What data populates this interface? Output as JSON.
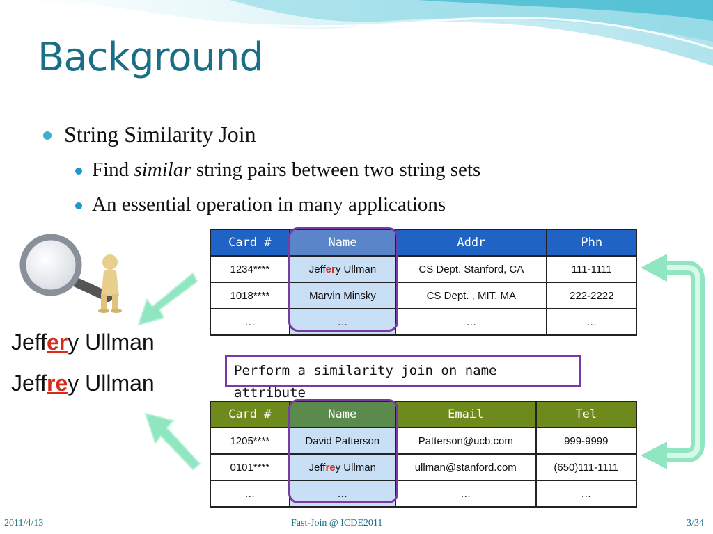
{
  "slide": {
    "title": "Background",
    "bullet1": "String Similarity Join",
    "sub1_pre": "Find ",
    "sub1_em": "similar",
    "sub1_post": " string pairs between two string sets",
    "sub2": "An essential operation in many applications"
  },
  "table1": {
    "headers": [
      "Card #",
      "Name",
      "Addr",
      "Phn"
    ],
    "rows": [
      {
        "card": "1234****",
        "name_a": "Jeff",
        "name_b": "er",
        "name_c": "y Ullman",
        "addr": "CS Dept.  Stanford, CA",
        "phn": "111-1111"
      },
      {
        "card": "1018****",
        "name": "Marvin Minsky",
        "addr": "CS Dept. , MIT, MA",
        "phn": "222-2222"
      },
      {
        "card": "…",
        "name": "…",
        "addr": "…",
        "phn": "…"
      }
    ]
  },
  "note": {
    "line1": "Perform a similarity join on name",
    "line2": "attribute"
  },
  "table2": {
    "headers": [
      "Card #",
      "Name",
      "Email",
      "Tel"
    ],
    "rows": [
      {
        "card": "1205****",
        "name": "David Patterson",
        "email": "Patterson@ucb.com",
        "tel": "999-9999"
      },
      {
        "card": "0101****",
        "name_a": "Jeff",
        "name_b": "re",
        "name_c": "y Ullman",
        "email": "ullman@stanford.com",
        "tel": "(650)111-1111"
      },
      {
        "card": "…",
        "name": "…",
        "email": "…",
        "tel": "…"
      }
    ]
  },
  "compare": {
    "n1_a": "Jeff",
    "n1_b": "er",
    "n1_c": "y Ullman",
    "n2_a": "Jeff",
    "n2_b": "re",
    "n2_c": "y Ullman"
  },
  "footer": {
    "date": "2011/4/13",
    "center": "Fast-Join @ ICDE2011",
    "page": "3/34"
  },
  "colors": {
    "title": "#1a6f86",
    "table1_header": "#1f64c4",
    "table2_header": "#6e8a1d",
    "highlight": "#d62c1c",
    "ring": "#7a3aa6",
    "arrow": "#8fe6c0"
  },
  "icons": [
    "magnifier-figure-icon",
    "arrow-down-left-icon",
    "arrow-up-left-icon",
    "bracket-arrow-icon"
  ]
}
